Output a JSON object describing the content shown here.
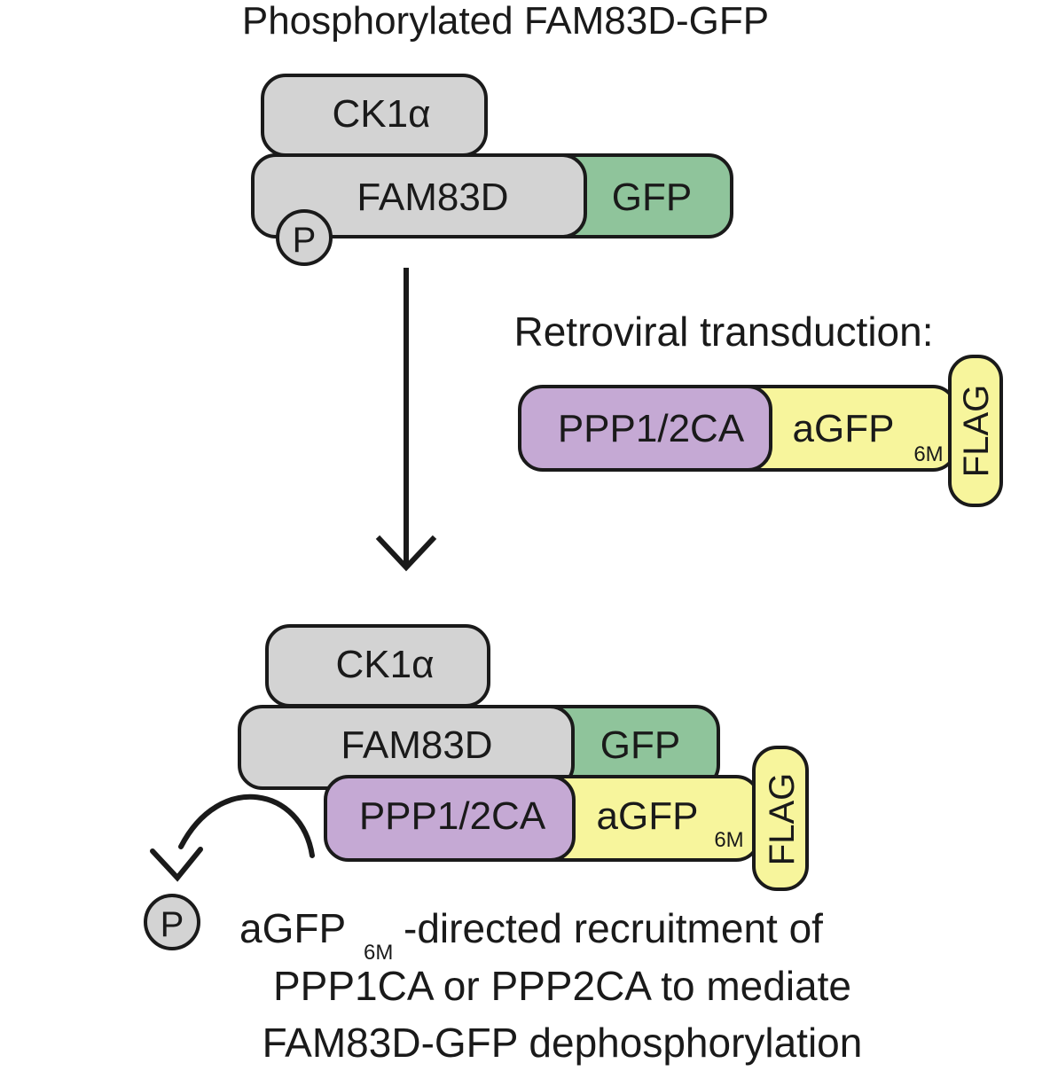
{
  "title": "Phosphorylated FAM83D-GFP",
  "transduction_label": "Retroviral transduction:",
  "proteins": {
    "ck1a": "CK1α",
    "fam83d": "FAM83D",
    "gfp": "GFP",
    "ppp": "PPP1/2CA",
    "agfp": "aGFP",
    "agfp_sub": "6M",
    "flag": "FLAG",
    "phospho": "P"
  },
  "caption": {
    "line1_a": "aGFP",
    "line1_sub": "6M",
    "line1_b": "-directed recruitment of",
    "line2": "PPP1CA or PPP2CA to mediate",
    "line3": "FAM83D-GFP dephosphorylation"
  },
  "colors": {
    "gray": "#d3d3d3",
    "green": "#8fc49b",
    "purple": "#c5a9d4",
    "yellow": "#f7f59c",
    "stroke": "#1a1a1a"
  }
}
